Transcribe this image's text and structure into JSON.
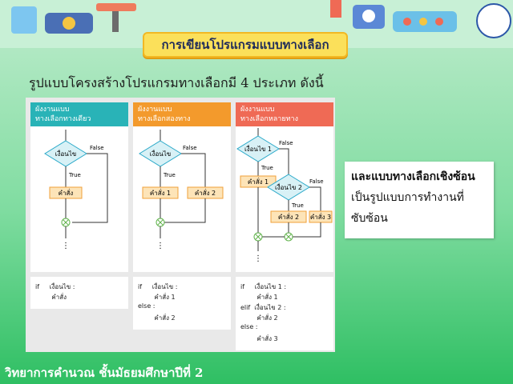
{
  "title": "การเขียนโปรแกรมแบบทางเลือก",
  "subtitle": "รูปแบบโครงสร้างโปรแกรมทางเลือกมี 4 ประเภท ดังนี้",
  "panels": [
    {
      "header_line1": "ผังงานแบบ",
      "header_line2": "ทางเลือกทางเดียว",
      "color": "#29b3b7",
      "decision": "เงื่อนไข",
      "false_label": "False",
      "true_label": "True",
      "action": "คำสั่ง",
      "code": [
        "if     เงื่อนไข :",
        "        คำสั่ง"
      ]
    },
    {
      "header_line1": "ผังงานแบบ",
      "header_line2": "ทางเลือกสองทาง",
      "color": "#f39a2c",
      "decision": "เงื่อนไข",
      "false_label": "False",
      "true_label": "True",
      "action1": "คำสั่ง 1",
      "action2": "คำสั่ง 2",
      "code": [
        "if     เงื่อนไข :",
        "        คำสั่ง 1",
        "else :",
        "        คำสั่ง 2"
      ]
    },
    {
      "header_line1": "ผังงานแบบ",
      "header_line2": "ทางเลือกหลายทาง",
      "color": "#ef6a55",
      "decision1": "เงื่อนไข 1",
      "decision2": "เงื่อนไข 2",
      "false_label": "False",
      "true_label": "True",
      "action1": "คำสั่ง 1",
      "action2": "คำสั่ง 2",
      "action3": "คำสั่ง 3",
      "code": [
        "if     เงื่อนไข 1 :",
        "        คำสั่ง 1",
        "elif  เงื่อนไข 2 :",
        "        คำสั่ง 2",
        "else :",
        "        คำสั่ง 3"
      ]
    }
  ],
  "note": {
    "line1": "และแบบทางเลือกเชิงซ้อน",
    "line2": "เป็นรูปแบบการทำงานที่",
    "line3": "ซับซ้อน"
  },
  "footer": "วิทยาการคำนวณ ชั้นมัธยมศึกษาปีที่ 2",
  "colors": {
    "box_fill": "#fde4b8",
    "box_stroke": "#f0a03a",
    "diamond_fill": "#d8f1f6",
    "diamond_stroke": "#2aa9c9",
    "merge_stroke": "#5fb24a"
  }
}
